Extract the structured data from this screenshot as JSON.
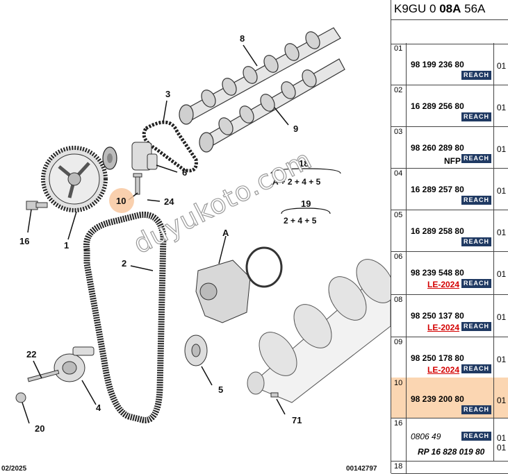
{
  "panel": {
    "engine_code": {
      "prefix": "K9GU 0 ",
      "bold": "08A",
      "suffix": " 56A"
    },
    "rows": [
      {
        "index": "01",
        "part": "98 199 236 80",
        "qty": "01",
        "badge": "REACH",
        "note": "",
        "highlight": false
      },
      {
        "index": "02",
        "part": "16 289 256 80",
        "qty": "01",
        "badge": "REACH",
        "note": "",
        "highlight": false
      },
      {
        "index": "03",
        "part": "98 260 289 80",
        "qty": "01",
        "badge": "REACH",
        "note": "NFP",
        "highlight": false
      },
      {
        "index": "04",
        "part": "16 289 257 80",
        "qty": "01",
        "badge": "REACH",
        "note": "",
        "highlight": false
      },
      {
        "index": "05",
        "part": "16 289 258 80",
        "qty": "01",
        "badge": "REACH",
        "note": "",
        "highlight": false
      },
      {
        "index": "06",
        "part": "98 239 548 80",
        "qty": "01",
        "badge": "REACH",
        "note": "LE-2024",
        "highlight": false
      },
      {
        "index": "08",
        "part": "98 250 137 80",
        "qty": "01",
        "badge": "REACH",
        "note": "LE-2024",
        "highlight": false
      },
      {
        "index": "09",
        "part": "98 250 178 80",
        "qty": "01",
        "badge": "REACH",
        "note": "LE-2024",
        "highlight": false
      },
      {
        "index": "10",
        "part": "98 239 200 80",
        "qty": "01",
        "badge": "REACH",
        "note": "",
        "highlight": true
      },
      {
        "index": "16",
        "part": "0806 49",
        "qty": "01",
        "badge": "REACH",
        "note": "RP 16 828 019 80",
        "qty2": "01",
        "highlight": false
      },
      {
        "index": "18",
        "part": "",
        "qty": "",
        "badge": "",
        "note": "",
        "highlight": false
      }
    ]
  },
  "diagram": {
    "callouts": [
      "8",
      "3",
      "9",
      "6",
      "18",
      "10",
      "24",
      "19",
      "16",
      "1",
      "A",
      "2",
      "22",
      "4",
      "5",
      "20",
      "71"
    ],
    "formula_18": "A + 2 + 4 + 5",
    "formula_19": "2 + 4 + 5",
    "highlight_callout": "10",
    "watermark": "duyukoto.com",
    "footer_left": "02/2025",
    "footer_right": "00142797"
  },
  "colors": {
    "highlight": "#fbd6b2",
    "badge": "#203a63",
    "le_note": "#d40000"
  }
}
